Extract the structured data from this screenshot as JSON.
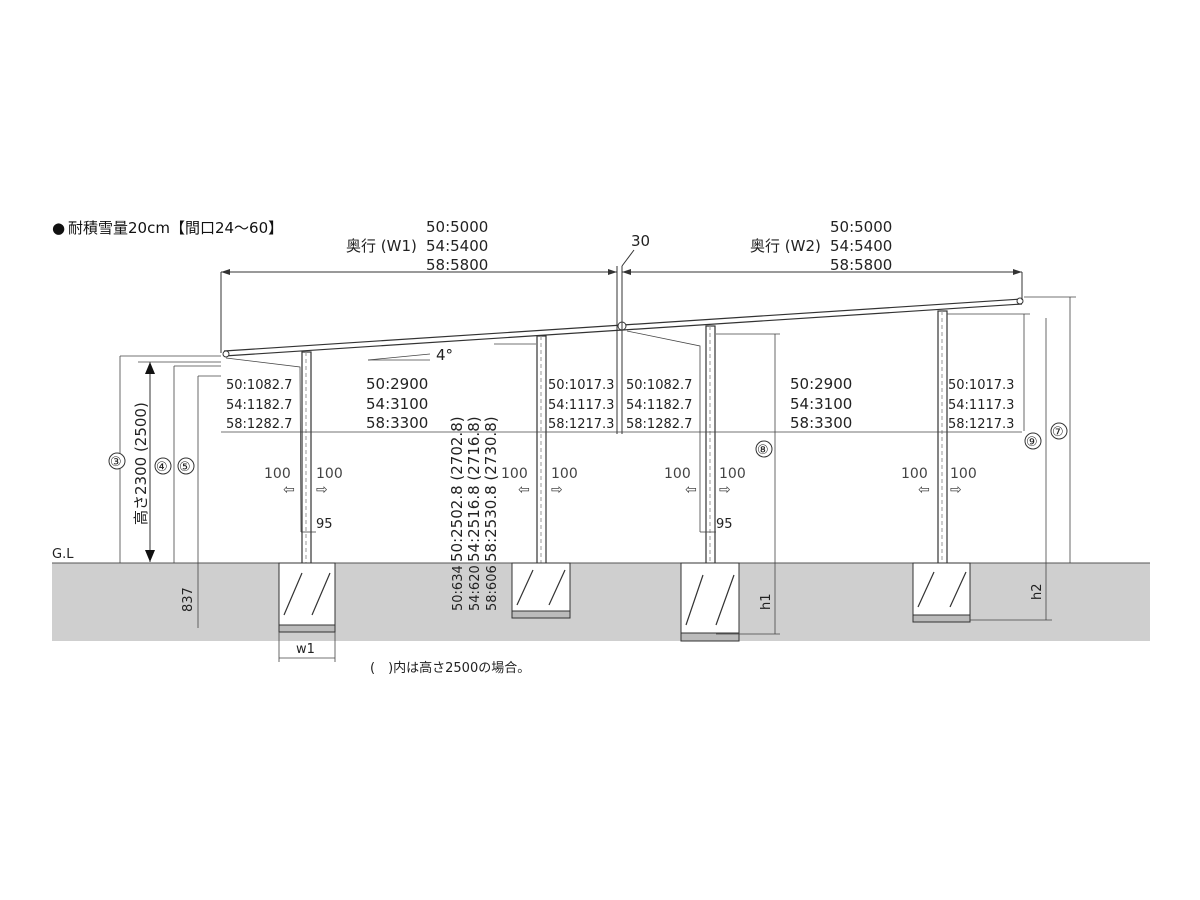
{
  "header": {
    "bullet": "●",
    "title": "耐積雪量20cm【間口24〜60】"
  },
  "depth": {
    "w1_label": "奥行 (W1)",
    "w2_label": "奥行 (W2)",
    "values": [
      "50:5000",
      "54:5400",
      "58:5800"
    ],
    "gap": "30"
  },
  "angle": "4°",
  "spans": {
    "left_overhang": [
      "50:1082.7",
      "54:1182.7",
      "58:1282.7"
    ],
    "middle": [
      "50:2900",
      "54:3100",
      "58:3300"
    ],
    "right_overhang": [
      "50:1017.3",
      "54:1117.3",
      "58:1217.3"
    ]
  },
  "post_heights": [
    "50:2502.8 (2702.8)",
    "54:2516.8 (2716.8)",
    "58:2530.8 (2730.8)"
  ],
  "embed_depths": [
    "50:634",
    "54:620",
    "58:606"
  ],
  "height_label": "高さ2300 (2500)",
  "offsets": {
    "left": "100",
    "right": "100",
    "gutter": "95"
  },
  "markers": [
    "③",
    "④",
    "⑤",
    "⑦",
    "⑧",
    "⑨"
  ],
  "labels": {
    "gl": "G.L",
    "d837": "837",
    "w1": "w1",
    "h1": "h1",
    "h2": "h2"
  },
  "footnote": "(　)内は高さ2500の場合。"
}
